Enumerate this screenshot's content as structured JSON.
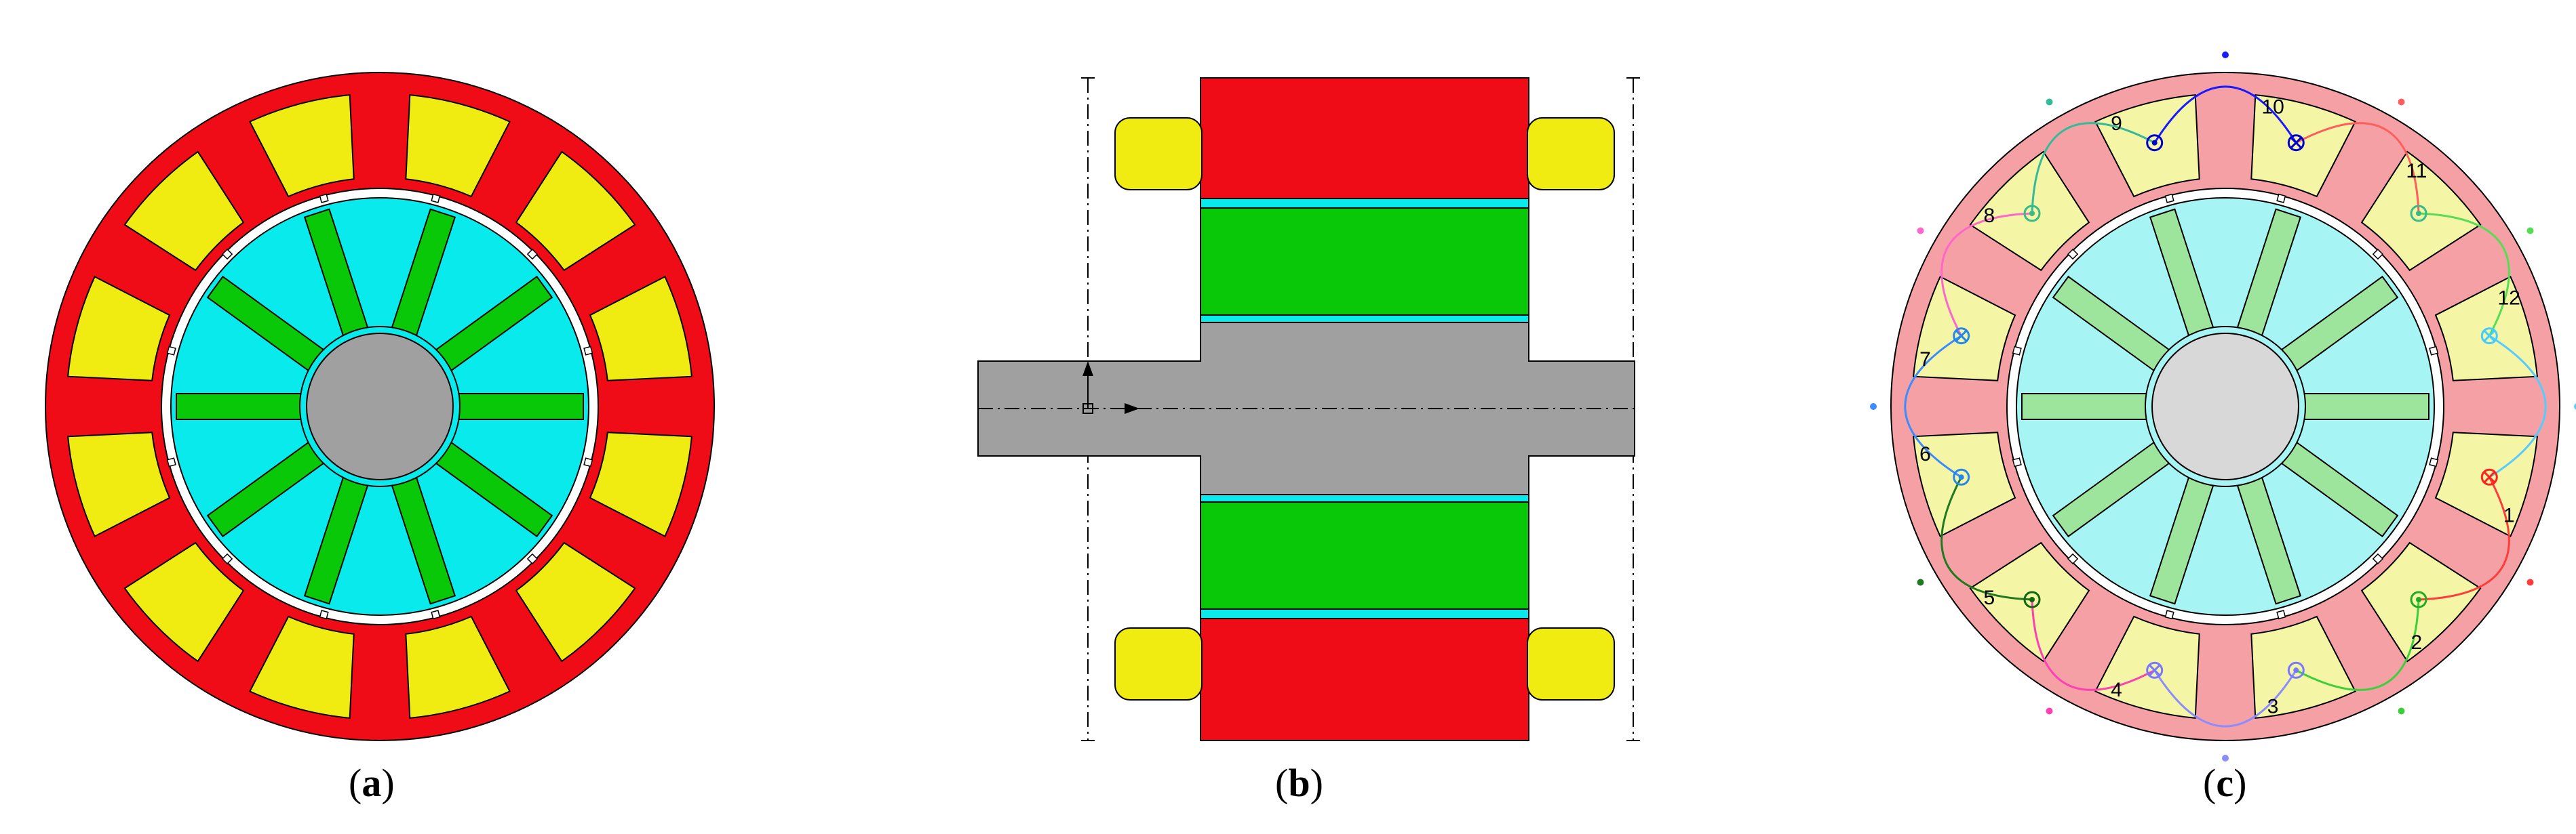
{
  "captions": {
    "a": {
      "open": "(",
      "letter": "a",
      "close": ")"
    },
    "b": {
      "open": "(",
      "letter": "b",
      "close": ")"
    },
    "c": {
      "open": "(",
      "letter": "c",
      "close": ")"
    }
  },
  "colors": {
    "stator": "#ef0c17",
    "winding": "#f0ec12",
    "rotor_core": "#08eaec",
    "magnet": "#08c808",
    "shaft": "#a0a0a0",
    "stator_pale": "#f4a0a4",
    "winding_pale": "#f5f5a6",
    "rotor_pale": "#a6f5f4",
    "magnet_pale": "#9de49d",
    "shaft_pale": "#d8d8d8"
  },
  "panel_c": {
    "coil_labels": [
      "1",
      "2",
      "3",
      "4",
      "5",
      "6",
      "7",
      "8",
      "9",
      "10",
      "11",
      "12"
    ],
    "coil_symbols": [
      "cross",
      "dot",
      "dot",
      "cross",
      "dot",
      "dot",
      "cross",
      "dot",
      "dot",
      "cross",
      "dot",
      "cross"
    ],
    "coil_colors": [
      "#ff2020",
      "#22aa22",
      "#7777ff",
      "#7777ff",
      "#116611",
      "#2288ee",
      "#2288ee",
      "#33bb88",
      "#0000cc",
      "#0000cc",
      "#33bb88",
      "#44ccff"
    ],
    "arc_colors": [
      "#ff3b3b",
      "#3ccf3c",
      "#8c8cff",
      "#ff3fb4",
      "#1e7a1e",
      "#3b8cff",
      "#ff66cc",
      "#33bb99",
      "#1a1aff",
      "#ff5c5c",
      "#55dd55",
      "#55ccff"
    ]
  }
}
